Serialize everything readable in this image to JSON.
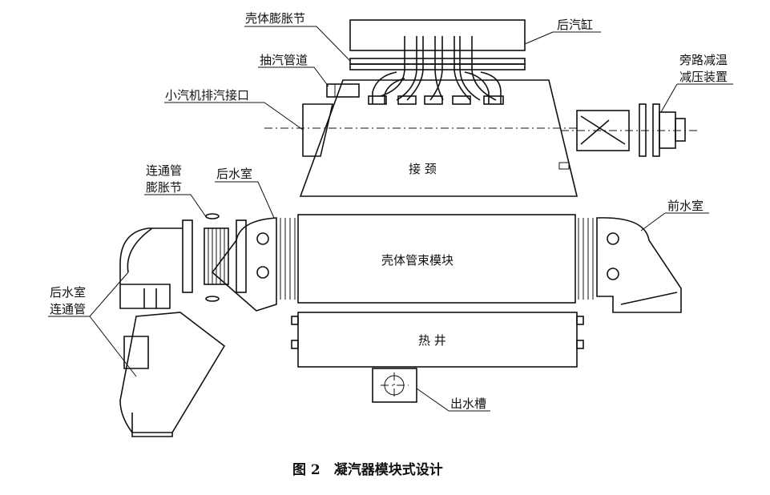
{
  "labels": {
    "shell_expansion_joint": "壳体膨胀节",
    "rear_cylinder": "后汽缸",
    "extraction_pipe": "抽汽管道",
    "small_turbine_exhaust": "小汽机排汽接口",
    "bypass_line1": "旁路减温",
    "bypass_line2": "减压装置",
    "neck": "接 颈",
    "conn_joint_line1": "连通管",
    "conn_joint_line2": "膨胀节",
    "rear_water_box": "后水室",
    "front_water_box": "前水室",
    "tube_bundle_module": "壳体管束模块",
    "rear_conn_line1": "后水室",
    "rear_conn_line2": "连通管",
    "hotwell": "热 井",
    "outlet_tank": "出水槽"
  },
  "caption": "图 2　凝汽器模块式设计"
}
